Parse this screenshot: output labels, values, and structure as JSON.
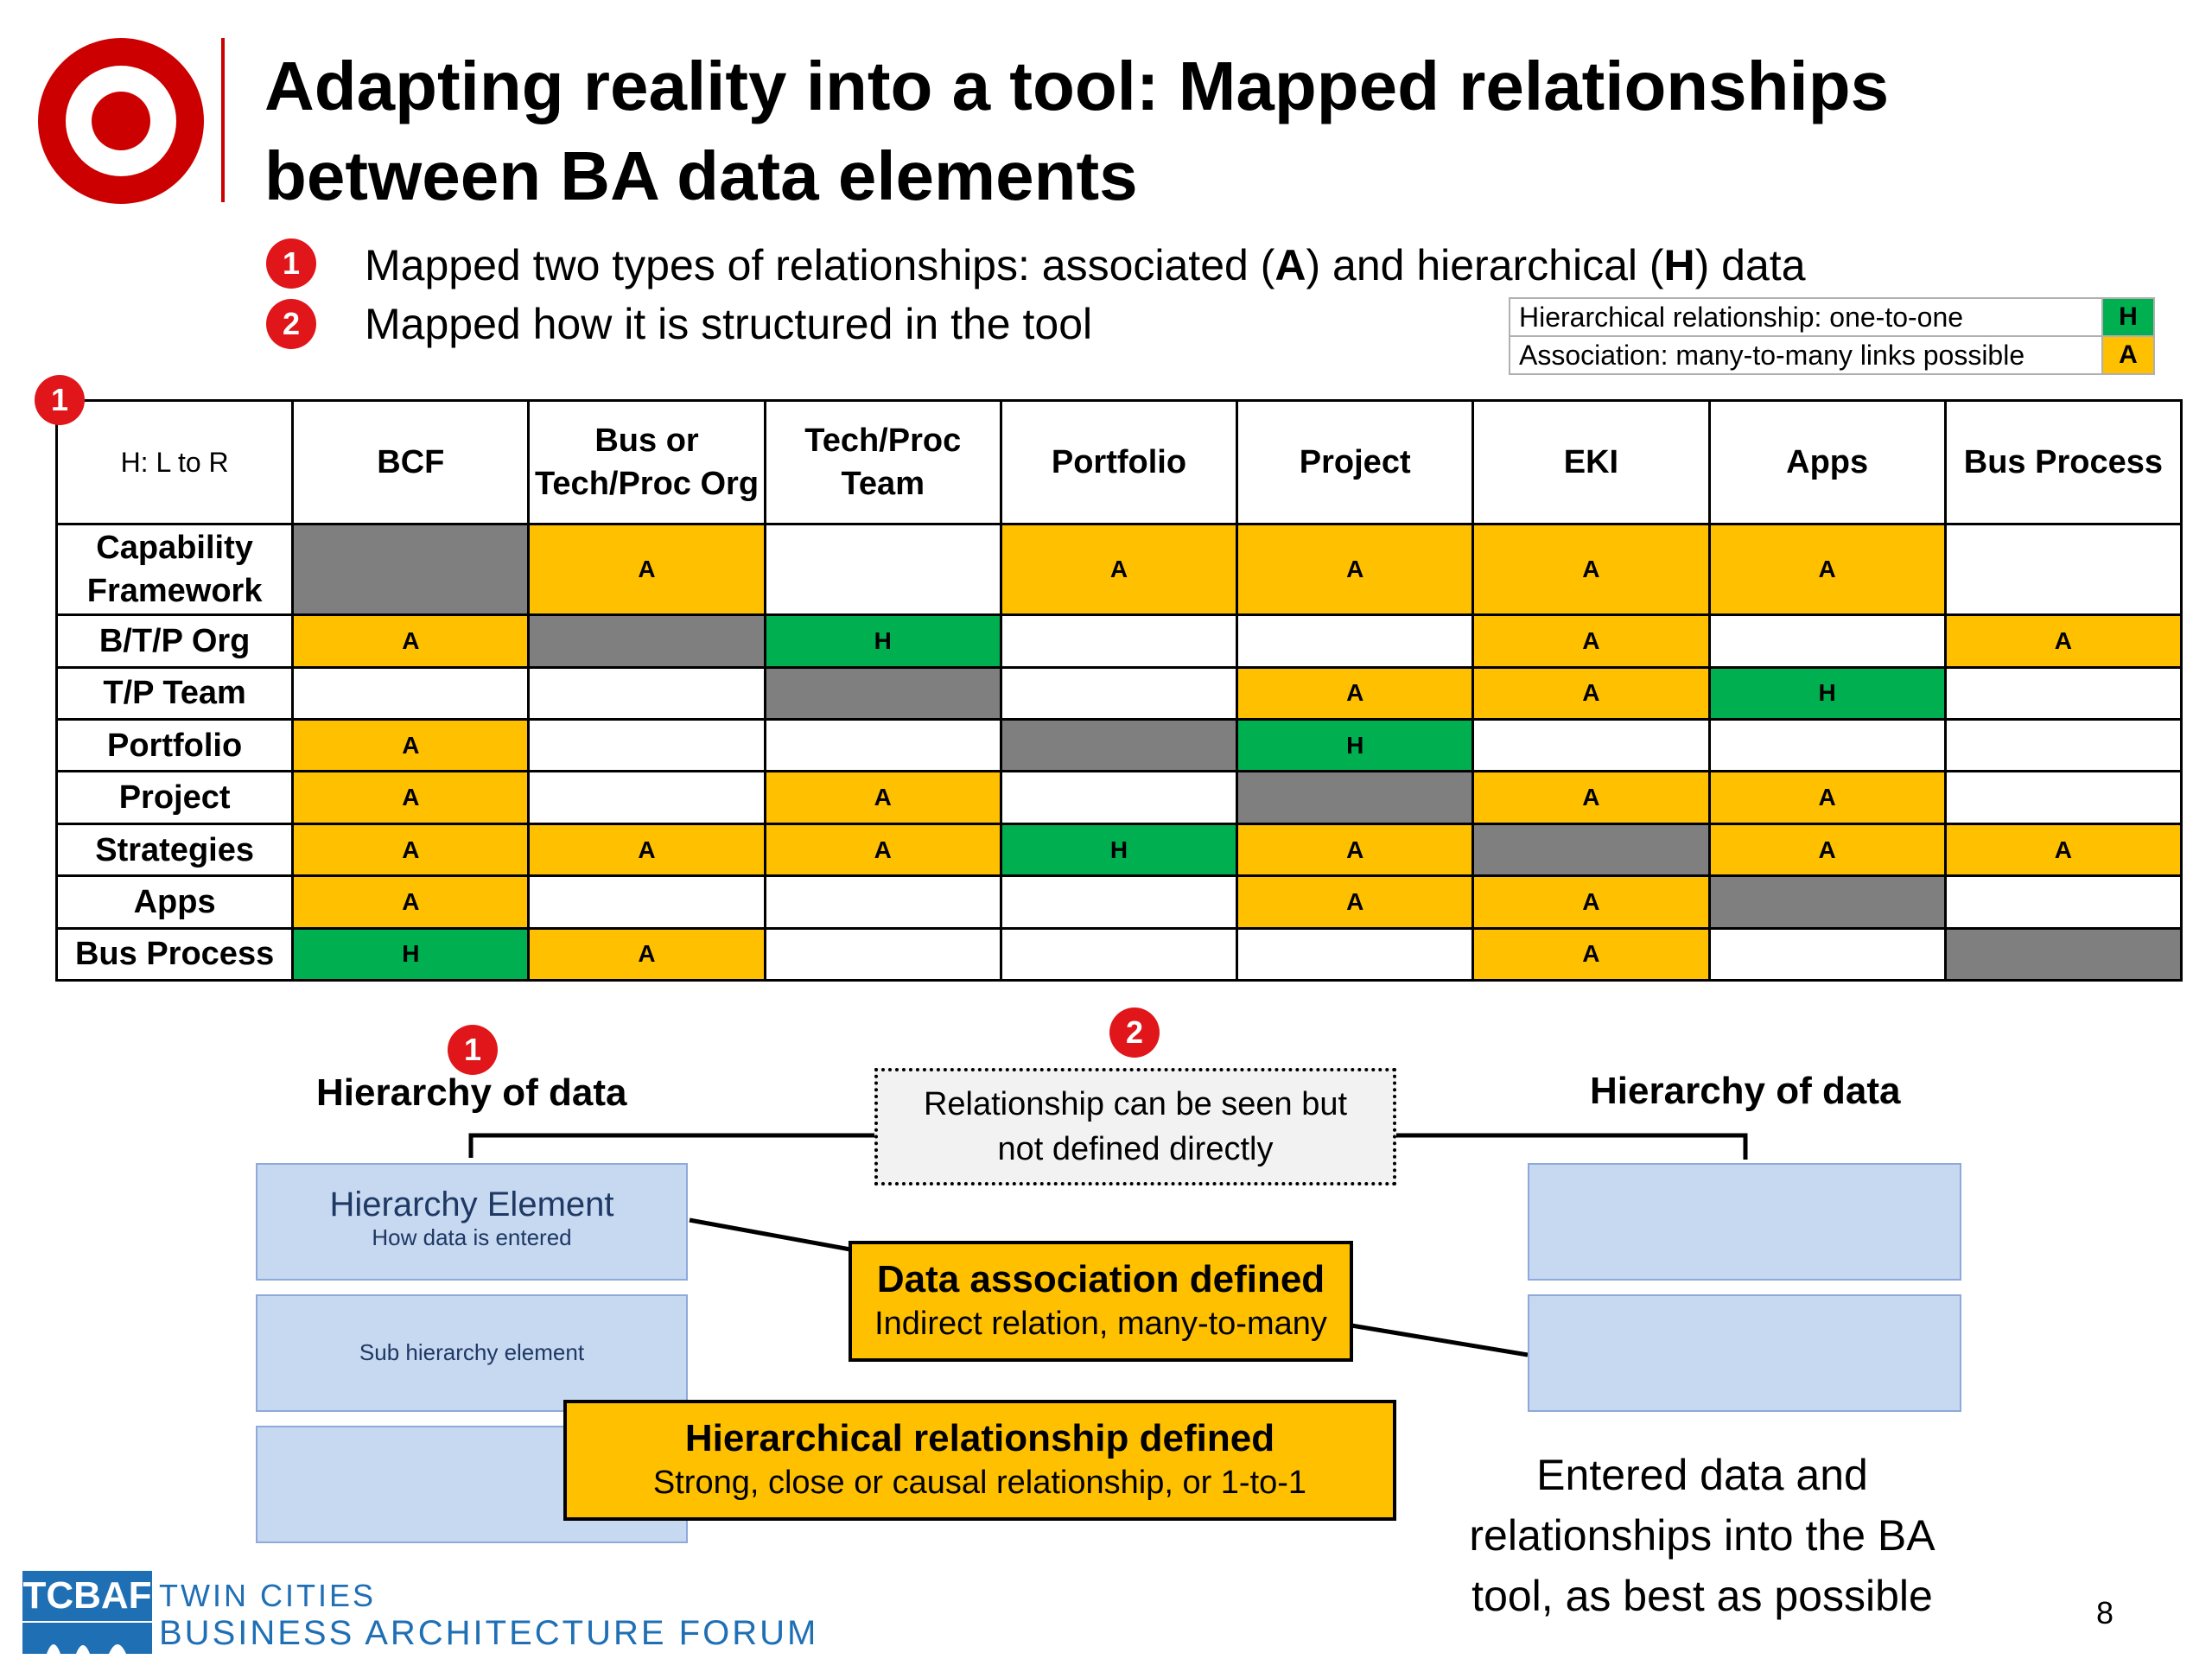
{
  "header": {
    "title": "Adapting reality into a tool: Mapped relationships between BA data elements"
  },
  "bullets": [
    {
      "number": "1",
      "text_pre": "Mapped two types of relationships: associated (",
      "a": "A",
      "text_mid": ") and hierarchical (",
      "h": "H",
      "text_post": ") data"
    },
    {
      "number": "2",
      "text": "Mapped how it is structured in the tool"
    }
  ],
  "legend": [
    {
      "label": "Hierarchical relationship: one-to-one",
      "code": "H",
      "color": "#00b050"
    },
    {
      "label": "Association: many-to-many links possible",
      "code": "A",
      "color": "#ffc000"
    }
  ],
  "matrix": {
    "marker": "1",
    "corner": "H: L to R",
    "columns": [
      "BCF",
      "Bus or Tech/Proc Org",
      "Tech/Proc Team",
      "Portfolio",
      "Project",
      "EKI",
      "Apps",
      "Bus Process"
    ],
    "rows": [
      {
        "label": "Capability Framework",
        "cells": [
          "-",
          "A",
          "",
          "A",
          "A",
          "A",
          "A",
          ""
        ]
      },
      {
        "label": "B/T/P Org",
        "cells": [
          "A",
          "-",
          "H",
          "",
          "",
          "A",
          "",
          "A"
        ]
      },
      {
        "label": "T/P Team",
        "cells": [
          "",
          "",
          "-",
          "",
          "A",
          "A",
          "H",
          ""
        ]
      },
      {
        "label": "Portfolio",
        "cells": [
          "A",
          "",
          "",
          "-",
          "H",
          "",
          "",
          ""
        ]
      },
      {
        "label": "Project",
        "cells": [
          "A",
          "",
          "A",
          "",
          "-",
          "A",
          "A",
          ""
        ]
      },
      {
        "label": "Strategies",
        "cells": [
          "A",
          "A",
          "A",
          "H",
          "A",
          "-",
          "A",
          "A"
        ]
      },
      {
        "label": "Apps",
        "cells": [
          "A",
          "",
          "",
          "",
          "A",
          "A",
          "-",
          ""
        ]
      },
      {
        "label": "Bus Process",
        "cells": [
          "H",
          "A",
          "",
          "",
          "",
          "A",
          "",
          "-"
        ]
      }
    ],
    "colors": {
      "association": "#ffc000",
      "hierarchy": "#00b050",
      "diagonal": "#7f7f7f"
    }
  },
  "diagram": {
    "marker_left": "1",
    "marker_center": "2",
    "left_label": "Hierarchy of data",
    "right_label": "Hierarchy of data",
    "relationship_note": [
      "Relationship can be seen but",
      "not defined directly"
    ],
    "hierarchy_element": {
      "title": "Hierarchy Element",
      "subtitle": "How data is entered"
    },
    "sub_element": "Sub hierarchy element",
    "association_box": {
      "title": "Data association defined",
      "subtitle": "Indirect relation, many-to-many"
    },
    "hierarchical_box": {
      "title": "Hierarchical relationship defined",
      "subtitle": "Strong, close or causal relationship, or 1-to-1"
    },
    "entered_note": "Entered data and relationships into the BA tool, as best as possible"
  },
  "footer": {
    "logo_text": "TCBAF",
    "line1": "TWIN CITIES",
    "line2": "BUSINESS ARCHITECTURE FORUM",
    "page_number": "8"
  }
}
